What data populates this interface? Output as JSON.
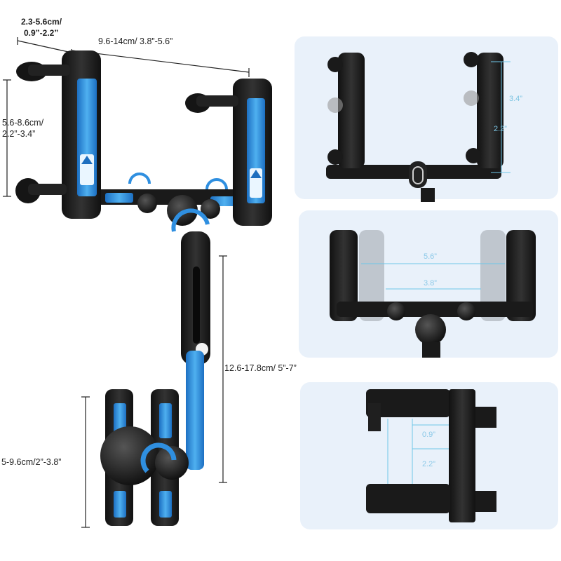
{
  "main_product": {
    "top_depth_label": "2.3-5.6cm/",
    "top_depth_label_line2": "0.9”-2.2”",
    "width_label": "9.6-14cm/ 3.8”-5.6”",
    "left_height_label": "5.6-8.6cm/",
    "left_height_label_line2": "2.2”-3.4”",
    "arm_length_label": "12.6-17.8cm/ 5”-7”",
    "phone_clamp_label": "5-9.6cm/2”-3.8”"
  },
  "detail_panels": [
    {
      "name": "height-adjust",
      "upper": "3.4”",
      "lower": "2.2”"
    },
    {
      "name": "width-adjust",
      "upper": "5.6”",
      "lower": "3.8”"
    },
    {
      "name": "depth-adjust",
      "upper": "0.9”",
      "lower": "2.2”"
    }
  ],
  "colors": {
    "accent_blue": "#2f8fe0",
    "panel_bg": "#e6eff9",
    "body_black": "#1c1c1c",
    "guide_line": "#6ec6e8"
  }
}
